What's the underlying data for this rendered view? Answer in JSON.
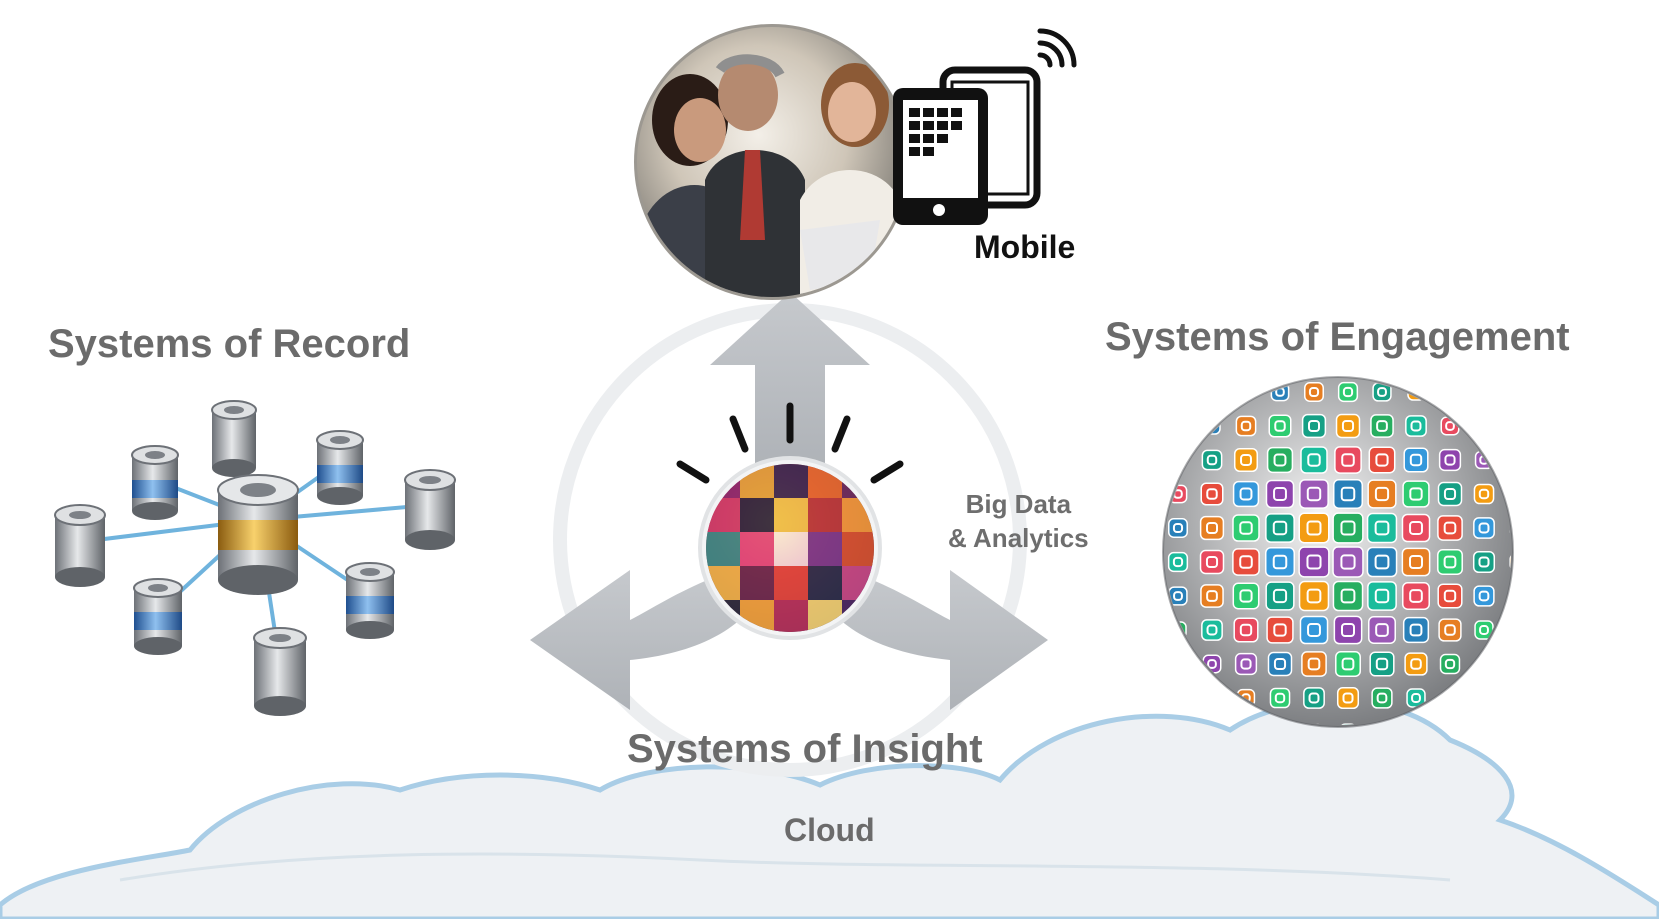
{
  "labels": {
    "record": "Systems of Record",
    "engagement": "Systems of Engagement",
    "insight": "Systems of Insight",
    "cloud": "Cloud",
    "bigdata_line1": "Big Data",
    "bigdata_line2": "& Analytics",
    "mobile": "Mobile"
  },
  "colors": {
    "label_gray": "#6b6b6b",
    "arrow_gray": "#b8bcc1",
    "cloud_fill": "#eef1f4",
    "cloud_edge": "#a9cde6",
    "db_blue": "#4a86c8",
    "db_gold": "#e0a82a",
    "network_line": "#6fb3dd"
  },
  "icons": {
    "mobile_devices": "tablet-phone-icon",
    "wifi": "wifi-icon",
    "database_hub": "database-network-icon",
    "app_sphere": "app-icon-globe",
    "insight_mosaic": "mosaic-sphere-icon"
  }
}
